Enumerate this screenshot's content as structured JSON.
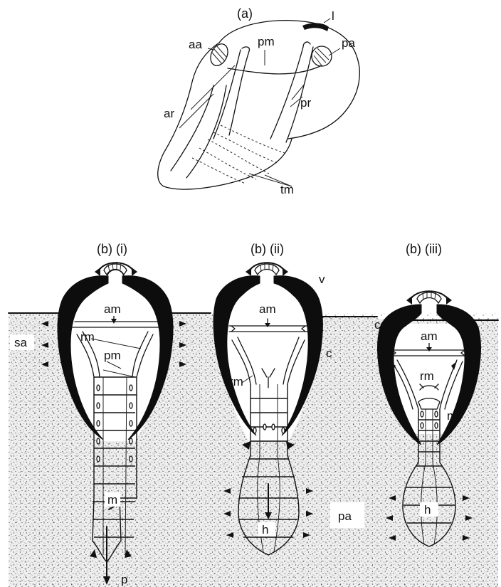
{
  "panel_a": {
    "title": "(a)",
    "labels": {
      "l": "l",
      "aa": "aa",
      "pm": "pm",
      "pa": "pa",
      "ar": "ar",
      "pr": "pr",
      "tm": "tm"
    }
  },
  "panel_b1": {
    "title": "(b) (i)",
    "labels": {
      "am": "am",
      "sa": "sa",
      "rm": "rm",
      "pm": "pm",
      "m": "m",
      "p": "p"
    }
  },
  "panel_b2": {
    "title": "(b) (ii)",
    "labels": {
      "v": "v",
      "am": "am",
      "c": "c",
      "rm": "rm",
      "h": "h",
      "pa": "pa"
    }
  },
  "panel_b3": {
    "title": "(b) (iii)",
    "labels": {
      "c": "c",
      "am": "am",
      "rm": "rm",
      "m": "m",
      "h": "h"
    }
  }
}
